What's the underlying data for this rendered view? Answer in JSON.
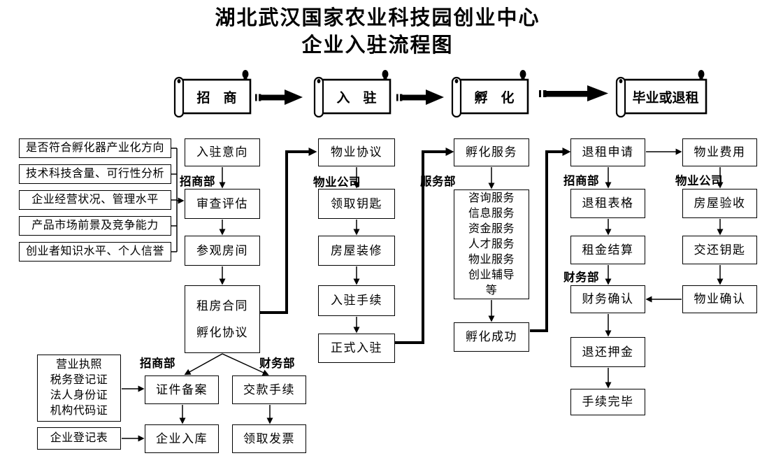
{
  "title": {
    "line1": "湖北武汉国家农业科技园创业中心",
    "line2": "企业入驻流程图"
  },
  "stages": {
    "s1": "招　商",
    "s2": "入　驻",
    "s3": "孵　化",
    "s4": "毕业或退租"
  },
  "criteria": [
    "是否符合孵化器产业化方向",
    "技术科技含量、可行性分析",
    "企业经营状况、管理水平",
    "产品市场前景及竞争能力",
    "创业者知识水平、个人信誉"
  ],
  "zhaoshang": {
    "dept_label": "招商部",
    "intent": "入驻意向",
    "review": "审查评估",
    "visit": "参观房间",
    "contract": [
      "租房合同",
      "孵化协议"
    ],
    "filing_dept_label": "招商部",
    "finance_dept_label": "财务部",
    "filing": "证件备案",
    "payment": "交款手续",
    "warehouse": "企业入库",
    "invoice": "领取发票",
    "documents": [
      "营业执照",
      "税务登记证",
      "法人身份证",
      "机构代码证"
    ],
    "registration_form": "企业登记表"
  },
  "wuye": {
    "dept_label": "物业公司",
    "agreement": "物业协议",
    "keys": "领取钥匙",
    "renovation": "房屋装修",
    "procedures": "入驻手续",
    "official": "正式入驻"
  },
  "fuhua": {
    "dept_label": "服务部",
    "service": "孵化服务",
    "services": [
      "咨询服务",
      "信息服务",
      "资金服务",
      "人才服务",
      "物业服务",
      "创业辅导",
      "等"
    ],
    "success": "孵化成功"
  },
  "tuizu": {
    "zhaoshang_label": "招商部",
    "caiwu_label": "财务部",
    "wuye_label": "物业公司",
    "apply": "退租申请",
    "form": "退租表格",
    "rent": "租金结算",
    "finance_confirm": "财务确认",
    "deposit": "退还押金",
    "complete": "手续完毕",
    "fee": "物业费用",
    "inspection": "房屋验收",
    "return_keys": "交还钥匙",
    "wuye_confirm": "物业确认"
  },
  "colors": {
    "ink": "#000000",
    "paper": "#ffffff"
  }
}
